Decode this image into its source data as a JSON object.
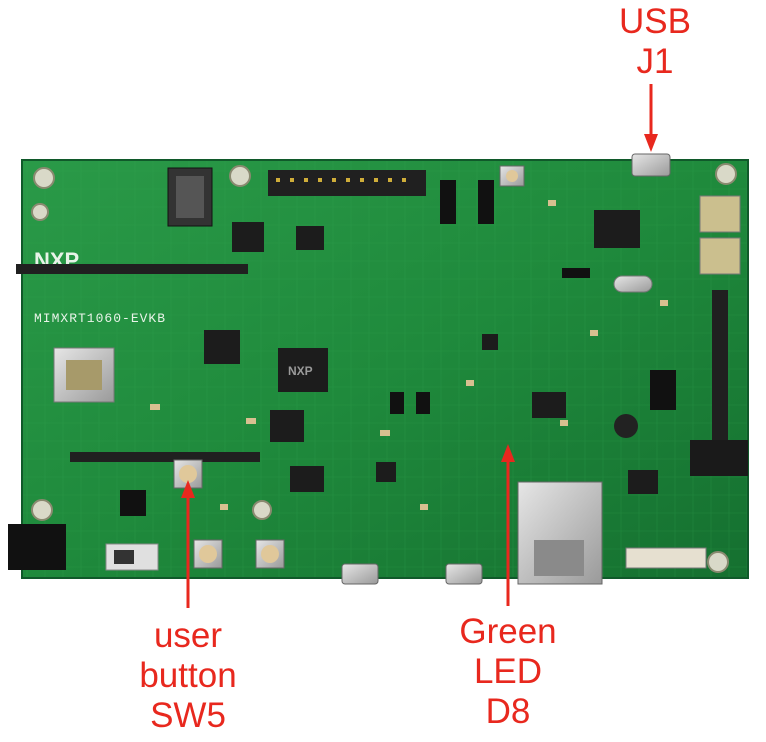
{
  "annotations": {
    "usb": {
      "line1": "USB",
      "line2": "J1"
    },
    "led": {
      "line1": "Green",
      "line2": "LED",
      "line3": "D8"
    },
    "button": {
      "line1": "user",
      "line2": "button",
      "line3": "SW5"
    }
  },
  "board": {
    "logo_text": "NXP",
    "model_text": "MIMXRT1060-EVKB",
    "chip_logo_text": "NXP"
  },
  "colors": {
    "annotation": "#e8281e",
    "pcb": "#1f8a3c",
    "pcb_dark": "#146b2c",
    "silkscreen": "#e8f3e8",
    "chip": "#1c1c1c",
    "metal": "#c9c9c9"
  }
}
